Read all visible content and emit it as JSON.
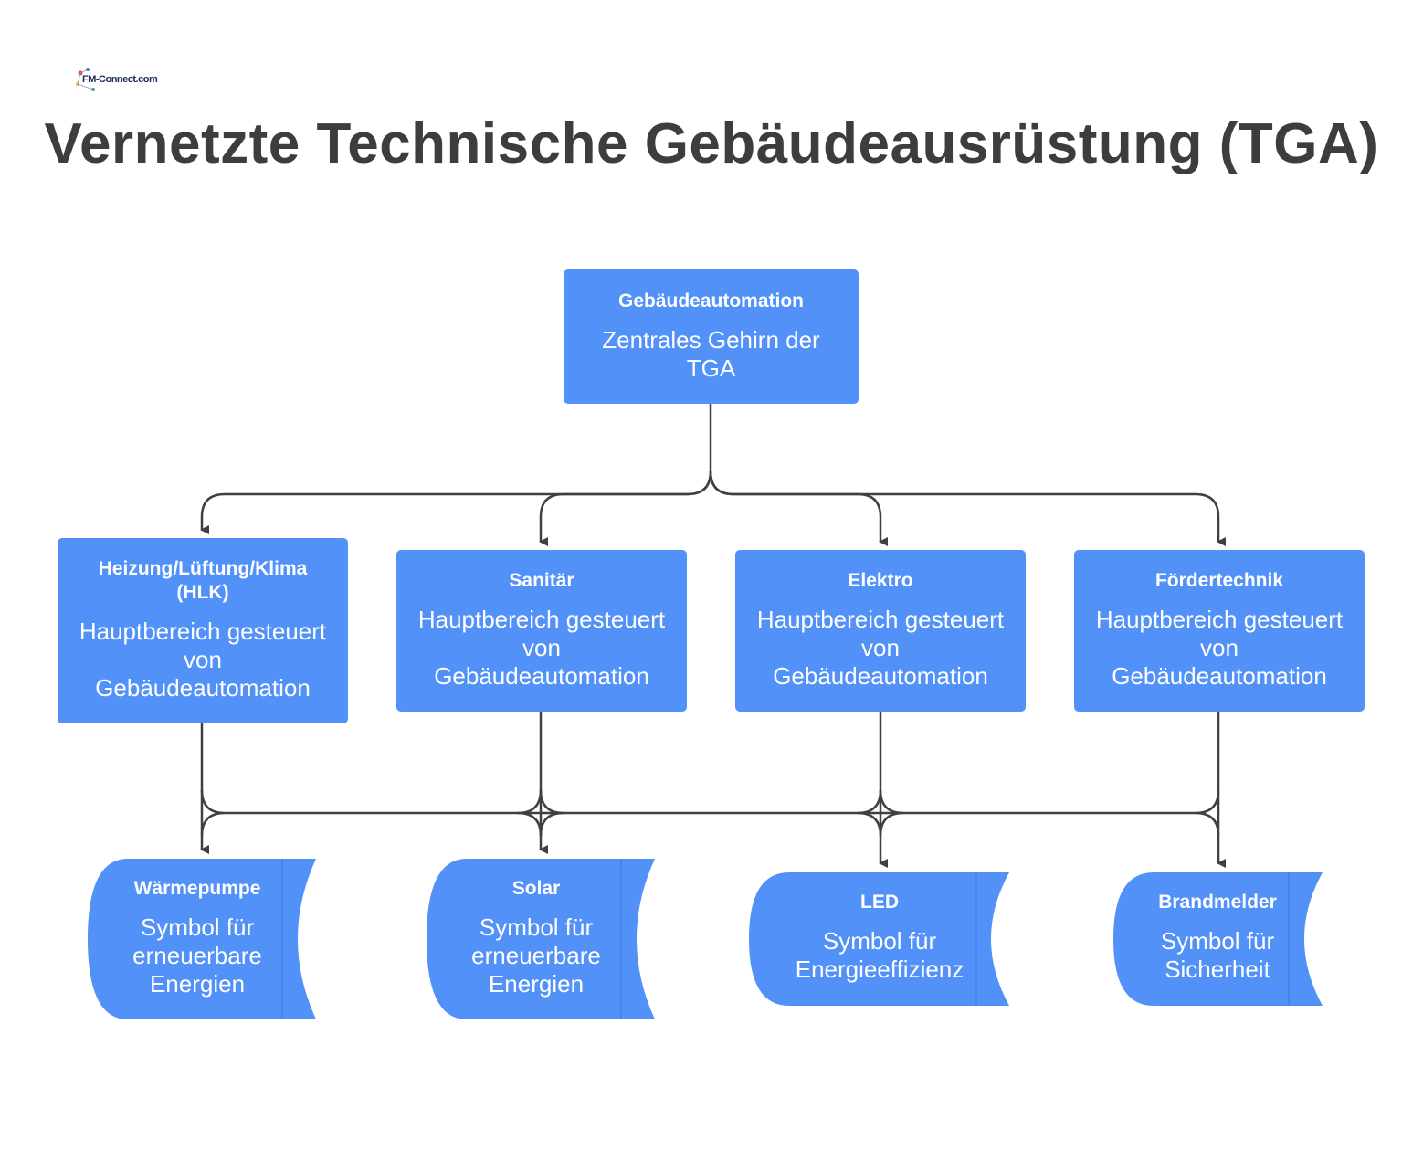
{
  "logo": {
    "text": "FM-Connect.com"
  },
  "title": "Vernetzte Technische Gebäudeausrüstung (TGA)",
  "root": {
    "title": "Gebäudeautomation",
    "description": "Zentrales Gehirn der TGA"
  },
  "areas": [
    {
      "title": "Heizung/Lüftung/Klima (HLK)",
      "description": "Hauptbereich gesteuert von Gebäudeautomation"
    },
    {
      "title": "Sanitär",
      "description": "Hauptbereich gesteuert von Gebäudeautomation"
    },
    {
      "title": "Elektro",
      "description": "Hauptbereich gesteuert von Gebäudeautomation"
    },
    {
      "title": "Fördertechnik",
      "description": "Hauptbereich gesteuert von Gebäudeautomation"
    }
  ],
  "symbols": [
    {
      "title": "Wärmepumpe",
      "description": "Symbol für erneuerbare Energien"
    },
    {
      "title": "Solar",
      "description": "Symbol für erneuerbare Energien"
    },
    {
      "title": "LED",
      "description": "Symbol für Energieeffizienz"
    },
    {
      "title": "Brandmelder",
      "description": "Symbol für Sicherheit"
    }
  ],
  "colors": {
    "box": "#5291f7",
    "connector": "#404040",
    "title": "#3d3d3d"
  }
}
